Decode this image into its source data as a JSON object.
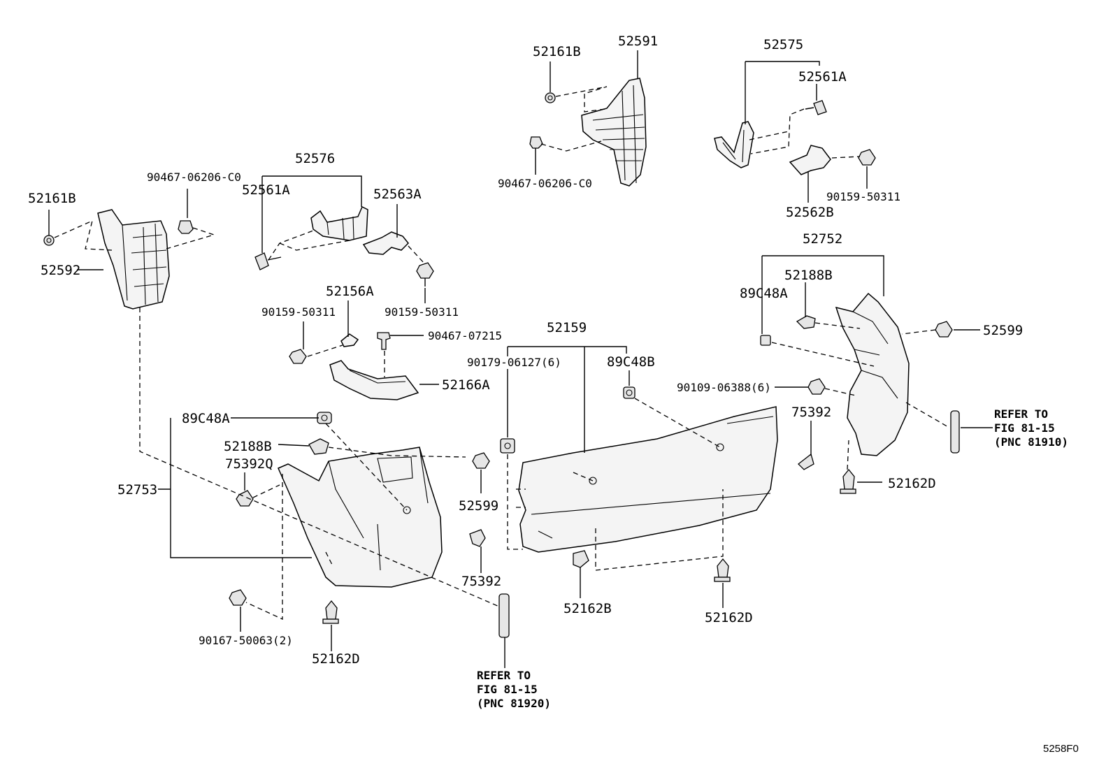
{
  "labels": {
    "p52161B_left": "52161B",
    "p52592": "52592",
    "p90467_06206_C0_left": "90467-06206-C0",
    "p52576": "52576",
    "p52561A_left": "52561A",
    "p52563A": "52563A",
    "p90159_50311_mid": "90159-50311",
    "p52156A": "52156A",
    "p90159_50311_left": "90159-50311",
    "p90467_07215": "90467-07215",
    "p52166A": "52166A",
    "p52161B_top": "52161B",
    "p52591": "52591",
    "p90467_06206_C0_top": "90467-06206-C0",
    "p52575": "52575",
    "p52561A_right": "52561A",
    "p90159_50311_right": "90159-50311",
    "p52562B": "52562B",
    "p52752": "52752",
    "p52188B_right": "52188B",
    "p89C48A_right": "89C48A",
    "p52599_right": "52599",
    "p52159": "52159",
    "p90179_06127": "90179-06127(6)",
    "p89C48B": "89C48B",
    "p90109_06388": "90109-06388(6)",
    "p75392_right": "75392",
    "p52162D_right": "52162D",
    "p89C48A_left": "89C48A",
    "p52188B_left": "52188B",
    "p75392Q": "75392Q",
    "p52753": "52753",
    "p52599_left": "52599",
    "p75392_mid": "75392",
    "p52162B_bottom": "52162B",
    "p52162D_mid": "52162D",
    "p90167_50063": "90167-50063(2)",
    "p52162D_left": "52162D"
  },
  "refer_right": [
    "REFER TO",
    "FIG 81-15",
    "(PNC 81910)"
  ],
  "refer_bottom": [
    "REFER TO",
    "FIG 81-15",
    "(PNC 81920)"
  ],
  "figure_id": "5258F0"
}
